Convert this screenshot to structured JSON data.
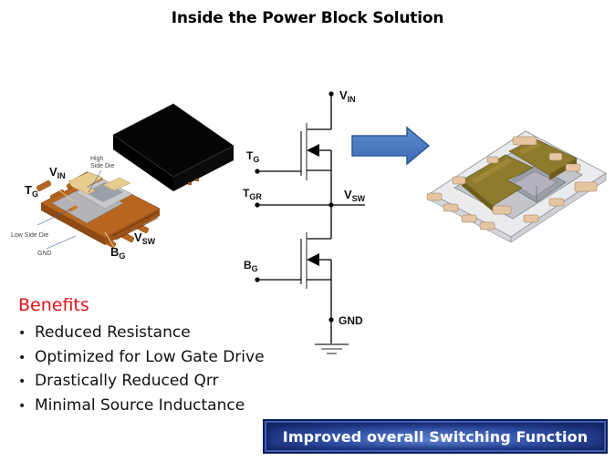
{
  "slide": {
    "title": "Inside the Power Block Solution"
  },
  "package_illustration": {
    "labels": {
      "vin": {
        "main": "V",
        "sub": "IN"
      },
      "tg": {
        "main": "T",
        "sub": "G"
      },
      "vsw": {
        "main": "V",
        "sub": "SW"
      },
      "bg": {
        "main": "B",
        "sub": "G"
      },
      "high_side_die": "High\nSide Die",
      "low_side_die": "Low Side Die",
      "gnd": "GND"
    }
  },
  "schematic": {
    "labels": {
      "vin": {
        "main": "V",
        "sub": "IN"
      },
      "tg": {
        "main": "T",
        "sub": "G"
      },
      "tgr": {
        "main": "T",
        "sub": "GR"
      },
      "vsw": {
        "main": "V",
        "sub": "SW"
      },
      "bg": {
        "main": "B",
        "sub": "G"
      },
      "gnd": "GND"
    }
  },
  "colors": {
    "benefits_heading": "#e0131b",
    "arrow_fill": "#4a7bc4",
    "arrow_stroke": "#2f5a96",
    "banner_bg": "#1f3b8c",
    "package_copper": "#b8661f",
    "package_body": "#000000"
  },
  "benefits": {
    "heading": "Benefits",
    "items": [
      "Reduced Resistance",
      "Optimized for Low Gate Drive",
      "Drastically Reduced Qrr",
      "Minimal Source Inductance"
    ]
  },
  "banner": {
    "text": "Improved overall Switching Function"
  }
}
